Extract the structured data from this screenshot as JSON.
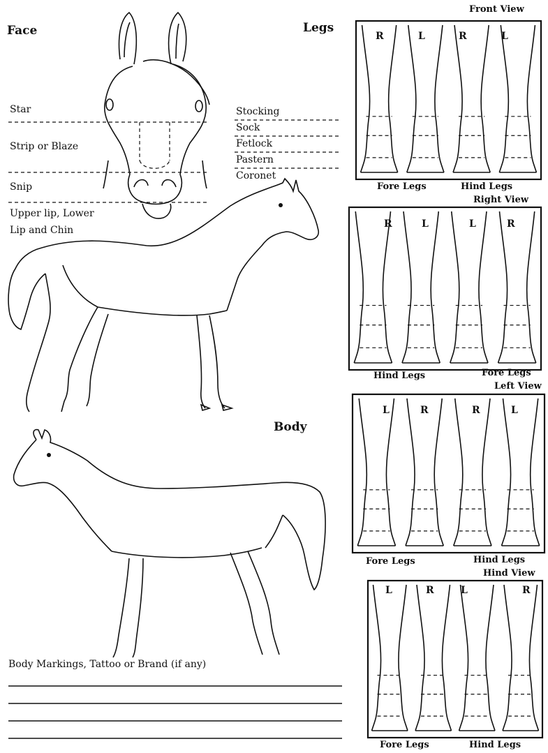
{
  "sections": {
    "face": "Face",
    "legs": "Legs",
    "body": "Body"
  },
  "face_labels": {
    "star": "Star",
    "strip": "Strip or Blaze",
    "snip": "Snip",
    "lip_line1": "Upper lip, Lower",
    "lip_line2": "Lip and Chin"
  },
  "leg_labels": {
    "stocking": "Stocking",
    "sock": "Sock",
    "fetlock": "Fetlock",
    "pastern": "Pastern",
    "coronet": "Coronet"
  },
  "views": {
    "front": {
      "title": "Front View",
      "letters": [
        "R",
        "L",
        "R",
        "L"
      ],
      "left_caption": "Fore Legs",
      "right_caption": "Hind Legs"
    },
    "right": {
      "title": "Right View",
      "letters": [
        "R",
        "L",
        "L",
        "R"
      ],
      "left_caption": "Hind Legs",
      "right_caption": "Fore Legs"
    },
    "left": {
      "title": "Left View",
      "letters": [
        "L",
        "R",
        "R",
        "L"
      ],
      "left_caption": "Fore Legs",
      "right_caption": "Hind Legs"
    },
    "hind": {
      "title": "Hind View",
      "letters": [
        "L",
        "R",
        "L",
        "R"
      ],
      "left_caption": "Fore Legs",
      "right_caption": "Hind Legs"
    }
  },
  "body_markings_label": "Body Markings, Tattoo or Brand (if any)"
}
